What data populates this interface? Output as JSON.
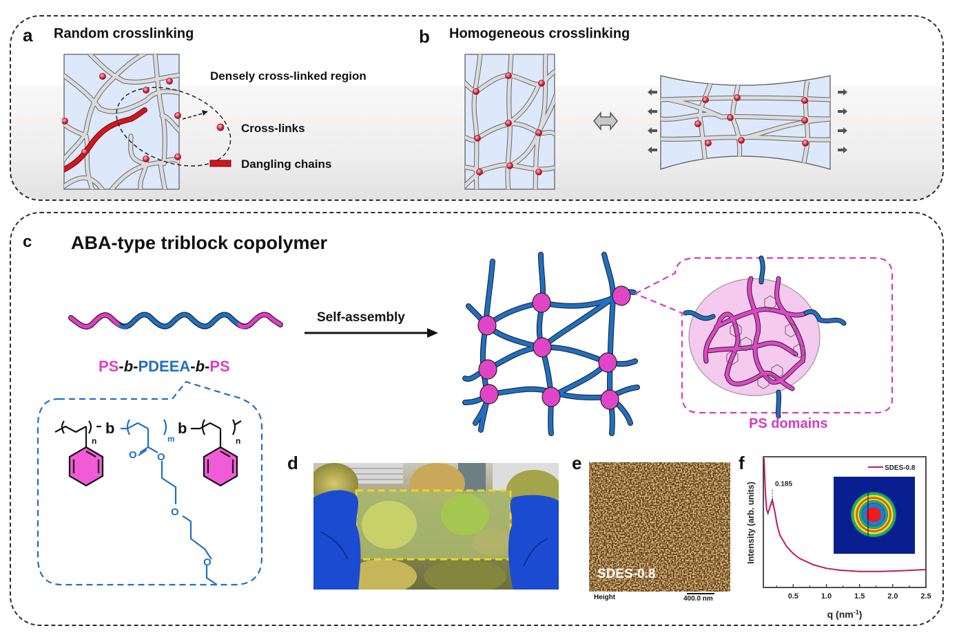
{
  "panels": {
    "a": {
      "letter": "a",
      "title": "Random crosslinking",
      "annotation": "Densely cross-linked region",
      "legend": [
        {
          "icon": "crosslink-dot-icon",
          "label": "Cross-links"
        },
        {
          "icon": "dangling-chain-bar-icon",
          "label": "Dangling chains"
        }
      ]
    },
    "b": {
      "letter": "b",
      "title": "Homogeneous crosslinking"
    },
    "c": {
      "letter": "c",
      "title": "ABA-type triblock copolymer",
      "arrow_label": "Self-assembly",
      "polymer_name_parts": [
        {
          "text": "PS",
          "role": "A"
        },
        {
          "text": "-",
          "role": "sep"
        },
        {
          "text": "b",
          "role": "italic"
        },
        {
          "text": "-",
          "role": "sep"
        },
        {
          "text": "PDEEA",
          "role": "B"
        },
        {
          "text": "-",
          "role": "sep"
        },
        {
          "text": "b",
          "role": "italic"
        },
        {
          "text": "-",
          "role": "sep"
        },
        {
          "text": "PS",
          "role": "A"
        }
      ],
      "structure_labels": {
        "block_link": "b",
        "repeat_n": "n",
        "repeat_m": "m",
        "oxygen": "O"
      },
      "domain_label": "PS domains"
    },
    "d": {
      "letter": "d"
    },
    "e": {
      "letter": "e",
      "sample_label": "SDES-0.8",
      "channel_label": "Height",
      "scale_bar_label": "400.0 nm"
    },
    "f": {
      "letter": "f"
    }
  },
  "colors": {
    "ps_magenta": "#e13cc6",
    "pdeea_blue": "#1f6fc2",
    "crosslink_red": "#e0374a",
    "dangling_red": "#c8141c",
    "network_bg": "#dde8fb",
    "saxs_line": "#c2185b"
  },
  "chart_data": {
    "type": "line",
    "title": "",
    "xlabel": "q (nm-1)",
    "ylabel": "Intensity (arb. units)",
    "xlim": [
      0.05,
      2.5
    ],
    "xticks": [
      "0.5",
      "1.0",
      "1.5",
      "2.0",
      "2.5"
    ],
    "yticks": [],
    "legend": {
      "position": "top-right",
      "entries": [
        "SDES-0.8"
      ]
    },
    "annotations": [
      {
        "text": "0.185",
        "x": 0.185
      }
    ],
    "series": [
      {
        "name": "SDES-0.8",
        "x": [
          0.06,
          0.08,
          0.1,
          0.12,
          0.15,
          0.185,
          0.22,
          0.26,
          0.3,
          0.4,
          0.5,
          0.6,
          0.8,
          1.0,
          1.2,
          1.5,
          1.8,
          2.0,
          2.2,
          2.5
        ],
        "y": [
          1.0,
          0.72,
          0.58,
          0.55,
          0.6,
          0.66,
          0.57,
          0.45,
          0.37,
          0.28,
          0.22,
          0.18,
          0.13,
          0.1,
          0.085,
          0.075,
          0.075,
          0.078,
          0.082,
          0.09
        ]
      }
    ],
    "inset": "2D SAXS scattering pattern (ring)"
  }
}
